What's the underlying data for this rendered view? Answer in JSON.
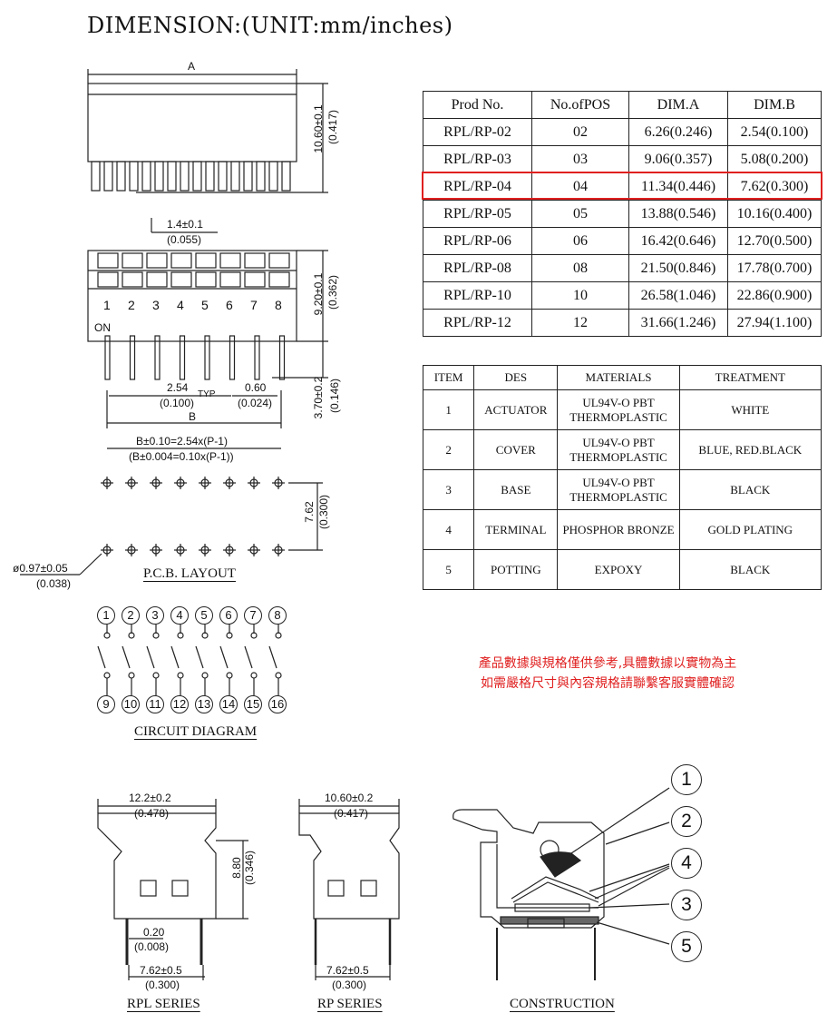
{
  "title": "DIMENSION:(UNIT:mm/inches)",
  "prod_table": {
    "headers": [
      "Prod No.",
      "No.ofPOS",
      "DIM.A",
      "DIM.B"
    ],
    "rows": [
      [
        "RPL/RP-02",
        "02",
        "6.26(0.246)",
        "2.54(0.100)"
      ],
      [
        "RPL/RP-03",
        "03",
        "9.06(0.357)",
        "5.08(0.200)"
      ],
      [
        "RPL/RP-04",
        "04",
        "11.34(0.446)",
        "7.62(0.300)"
      ],
      [
        "RPL/RP-05",
        "05",
        "13.88(0.546)",
        "10.16(0.400)"
      ],
      [
        "RPL/RP-06",
        "06",
        "16.42(0.646)",
        "12.70(0.500)"
      ],
      [
        "RPL/RP-08",
        "08",
        "21.50(0.846)",
        "17.78(0.700)"
      ],
      [
        "RPL/RP-10",
        "10",
        "26.58(1.046)",
        "22.86(0.900)"
      ],
      [
        "RPL/RP-12",
        "12",
        "31.66(1.246)",
        "27.94(1.100)"
      ]
    ],
    "highlight_color": "#e02020"
  },
  "materials_table": {
    "headers": [
      "ITEM",
      "DES",
      "MATERIALS",
      "TREATMENT"
    ],
    "rows": [
      {
        "item": "1",
        "des": "ACTUATOR",
        "mat1": "UL94V-O PBT",
        "mat2": "THERMOPLASTIC",
        "treatment": "WHITE"
      },
      {
        "item": "2",
        "des": "COVER",
        "mat1": "UL94V-O PBT",
        "mat2": "THERMOPLASTIC",
        "treatment": "BLUE, RED.BLACK"
      },
      {
        "item": "3",
        "des": "BASE",
        "mat1": "UL94V-O PBT",
        "mat2": "THERMOPLASTIC",
        "treatment": "BLACK"
      },
      {
        "item": "4",
        "des": "TERMINAL",
        "mat1": "PHOSPHOR BRONZE",
        "mat2": "",
        "treatment": "GOLD PLATING"
      },
      {
        "item": "5",
        "des": "POTTING",
        "mat1": "EXPOXY",
        "mat2": "",
        "treatment": "BLACK"
      }
    ]
  },
  "notice": {
    "line1": "產品數據與規格僅供參考,具體數據以實物為主",
    "line2": "如需嚴格尺寸與內容規格請聯繫客服實體確認",
    "color": "#e02020"
  },
  "top_view": {
    "dim_a": "A",
    "height_mm": "10.60±0.1",
    "height_in": "(0.417)",
    "pitch_mm": "1.4±0.1",
    "pitch_in": "(0.055)"
  },
  "front_view": {
    "positions": [
      "1",
      "2",
      "3",
      "4",
      "5",
      "6",
      "7",
      "8"
    ],
    "on_label": "ON",
    "height_mm": "9.20±0.1",
    "height_in": "(0.362)",
    "pin_len_mm": "3.70±0.2",
    "pin_len_in": "(0.146)",
    "pitch_mm": "2.54",
    "pitch_in": "(0.100)",
    "typ": "TYP",
    "pin_w_mm": "0.60",
    "pin_w_in": "(0.024)",
    "dim_b": "B",
    "b_formula_mm": "B±0.10=2.54x(P-1)",
    "b_formula_in": "(B±0.004=0.10x(P-1))"
  },
  "pcb_layout": {
    "caption": "P.C.B.  LAYOUT",
    "row_gap_mm": "7.62",
    "row_gap_in": "(0.300)",
    "hole_mm": "ø0.97±0.05",
    "hole_in": "(0.038)"
  },
  "circuit": {
    "caption": "CIRCUIT  DIAGRAM",
    "top_pins": [
      "1",
      "2",
      "3",
      "4",
      "5",
      "6",
      "7",
      "8"
    ],
    "bottom_pins": [
      "9",
      "10",
      "11",
      "12",
      "13",
      "14",
      "15",
      "16"
    ]
  },
  "rpl_series": {
    "caption": "RPL  SERIES",
    "width_mm": "12.2±0.2",
    "width_in": "(0.478)",
    "height_mm": "8.80",
    "height_in": "(0.346)",
    "pin_mm": "0.20",
    "pin_in": "(0.008)",
    "row_mm": "7.62±0.5",
    "row_in": "(0.300)"
  },
  "rp_series": {
    "caption": "RP  SERIES",
    "width_mm": "10.60±0.2",
    "width_in": "(0.417)",
    "row_mm": "7.62±0.5",
    "row_in": "(0.300)"
  },
  "construction": {
    "caption": "CONSTRUCTION",
    "callouts": [
      "1",
      "2",
      "4",
      "3",
      "5"
    ]
  }
}
